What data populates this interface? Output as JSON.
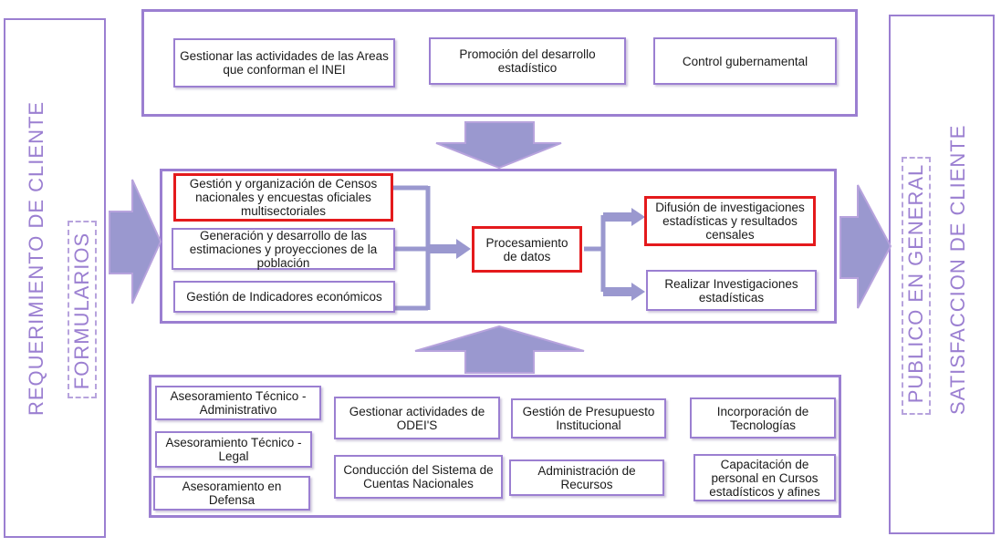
{
  "colors": {
    "frame": "#9b7fd1",
    "arrow": "#9a98cf",
    "highlight": "#e41a1c"
  },
  "left_panel": {
    "label": "REQUERIMIENTO DE CLIENTE",
    "sub_label": "FORMULARIOS"
  },
  "right_panel": {
    "label": "SATISFACCION DE CLIENTE",
    "sub_label": "PUBLICO EN GENERAL"
  },
  "top_section": {
    "boxes": [
      "Gestionar las actividades de las Areas que conforman el INEI",
      "Promoción del desarrollo estadístico",
      "Control gubernamental"
    ]
  },
  "middle_section": {
    "inputs": [
      "Gestión y organización de Censos nacionales y encuestas oficiales multisectoriales",
      "Generación y desarrollo de las estimaciones y proyecciones de la población",
      "Gestión de Indicadores económicos"
    ],
    "process": "Procesamiento de datos",
    "outputs": [
      "Difusión de investigaciones estadísticas y resultados censales",
      "Realizar Investigaciones estadísticas"
    ]
  },
  "bottom_section": {
    "boxes": [
      "Asesoramiento Técnico - Administrativo",
      "Asesoramiento Técnico - Legal",
      "Asesoramiento en Defensa",
      "Gestionar actividades de ODEI'S",
      "Conducción del Sistema de Cuentas Nacionales",
      "Gestión de Presupuesto Institucional",
      "Administración de Recursos",
      "Incorporación de Tecnologías",
      "Capacitación de personal en Cursos estadísticos y afines"
    ]
  }
}
